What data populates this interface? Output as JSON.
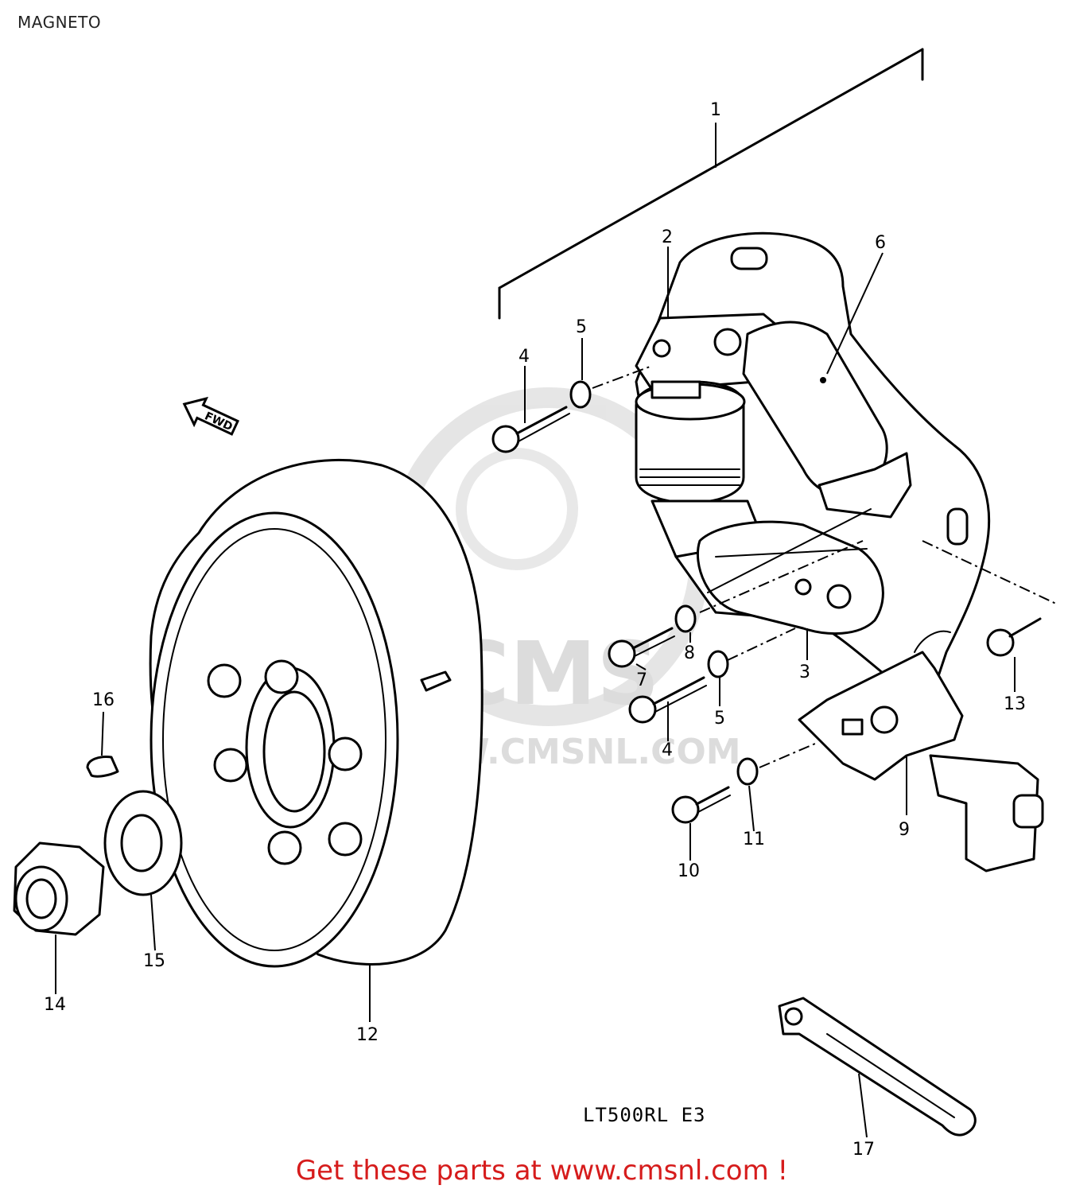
{
  "page": {
    "title": "MAGNETO",
    "model_code": "LT500RL  E3",
    "footer_cta": "Get these parts at www.cmsnl.com !"
  },
  "watermark": {
    "brand": "CMS",
    "url": "WWW.CMSNL.COM"
  },
  "arrow_label": "FWD",
  "callouts": [
    "1",
    "2",
    "3",
    "4",
    "5",
    "6",
    "7",
    "8",
    "9",
    "10",
    "11",
    "12",
    "13",
    "14",
    "15",
    "16",
    "17",
    "5",
    "4"
  ]
}
